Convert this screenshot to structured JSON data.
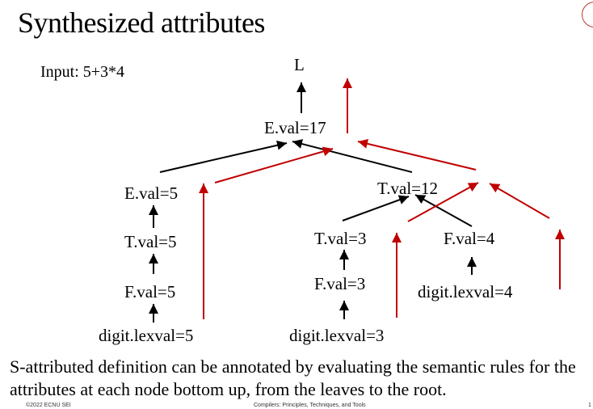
{
  "slide": {
    "title": "Synthesized attributes",
    "input_label": "Input:  5+3*4",
    "caption": "S-attributed definition can be annotated by evaluating the semantic rules for the attributes at each node bottom up, from the leaves to the root.",
    "footer_left": "©2022 ECNU SEI",
    "footer_center": "Compilers: Principles, Techniques, and Tools",
    "footer_right": "1"
  },
  "tree": {
    "root": "L",
    "e17": "E.val=17",
    "e5": "E.val=5",
    "t12": "T.val=12",
    "t5": "T.val=5",
    "f5": "F.val=5",
    "d5": "digit.lexval=5",
    "t3": "T.val=3",
    "f3": "F.val=3",
    "d3": "digit.lexval=3",
    "f4": "F.val=4",
    "d4": "digit.lexval=4"
  },
  "colors": {
    "tree_edge": "#000000",
    "evaluation_arrow": "#c00000",
    "logo": "#c0392b"
  }
}
